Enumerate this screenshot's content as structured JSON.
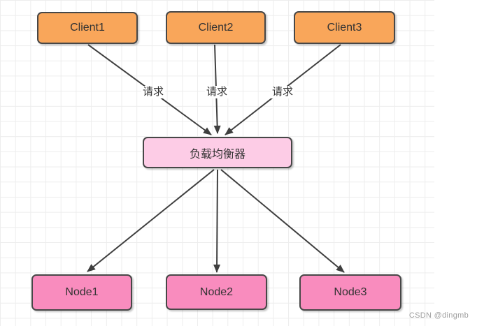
{
  "nodes": {
    "client1": {
      "label": "Client1"
    },
    "client2": {
      "label": "Client2"
    },
    "client3": {
      "label": "Client3"
    },
    "lb": {
      "label": "负载均衡器"
    },
    "node1": {
      "label": "Node1"
    },
    "node2": {
      "label": "Node2"
    },
    "node3": {
      "label": "Node3"
    }
  },
  "edges": {
    "client1_lb": {
      "label": "请求"
    },
    "client2_lb": {
      "label": "请求"
    },
    "client3_lb": {
      "label": "请求"
    }
  },
  "colors": {
    "client_fill": "#f9a65a",
    "lb_fill": "#fdcce6",
    "node_fill": "#f98cbe",
    "shape_border": "#474747",
    "edge_line": "#3f3f3f",
    "grid_line": "#ededed"
  },
  "watermark": {
    "text": "CSDN @dingmb"
  }
}
